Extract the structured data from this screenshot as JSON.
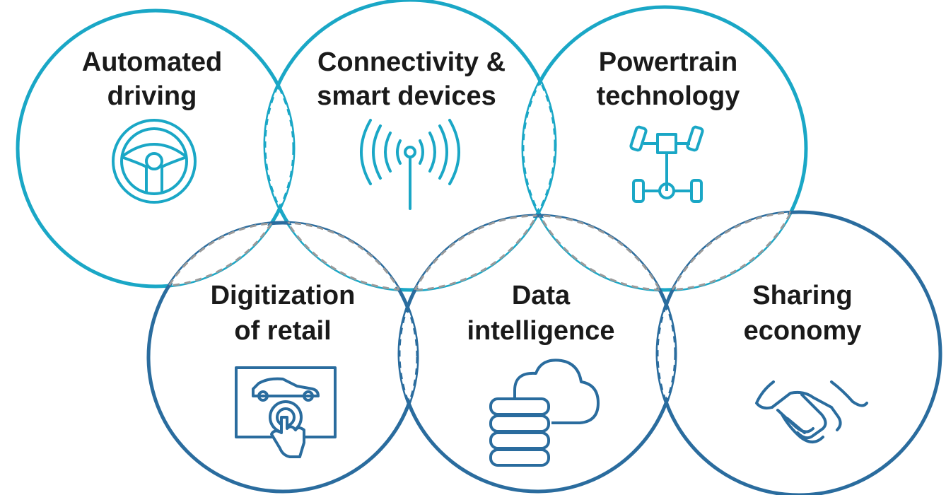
{
  "colors": {
    "top_row": "#1AA7C6",
    "bottom_row": "#2A6C9E",
    "overlap_dashed": "#9A9A9A",
    "text": "#1a1a1a"
  },
  "circles": [
    {
      "id": "automated-driving",
      "row": "top",
      "lines": [
        "Automated",
        "driving"
      ],
      "icon": "steering-wheel-icon"
    },
    {
      "id": "connectivity",
      "row": "top",
      "lines": [
        "Connectivity &",
        "smart devices"
      ],
      "icon": "antenna-signal-icon"
    },
    {
      "id": "powertrain",
      "row": "top",
      "lines": [
        "Powertrain",
        "technology"
      ],
      "icon": "drivetrain-icon"
    },
    {
      "id": "digitization-retail",
      "row": "bottom",
      "lines": [
        "Digitization",
        "of retail"
      ],
      "icon": "touchscreen-car-icon"
    },
    {
      "id": "data-intelligence",
      "row": "bottom",
      "lines": [
        "Data",
        "intelligence"
      ],
      "icon": "cloud-database-icon"
    },
    {
      "id": "sharing-economy",
      "row": "bottom",
      "lines": [
        "Sharing",
        "economy"
      ],
      "icon": "handshake-icon"
    }
  ]
}
